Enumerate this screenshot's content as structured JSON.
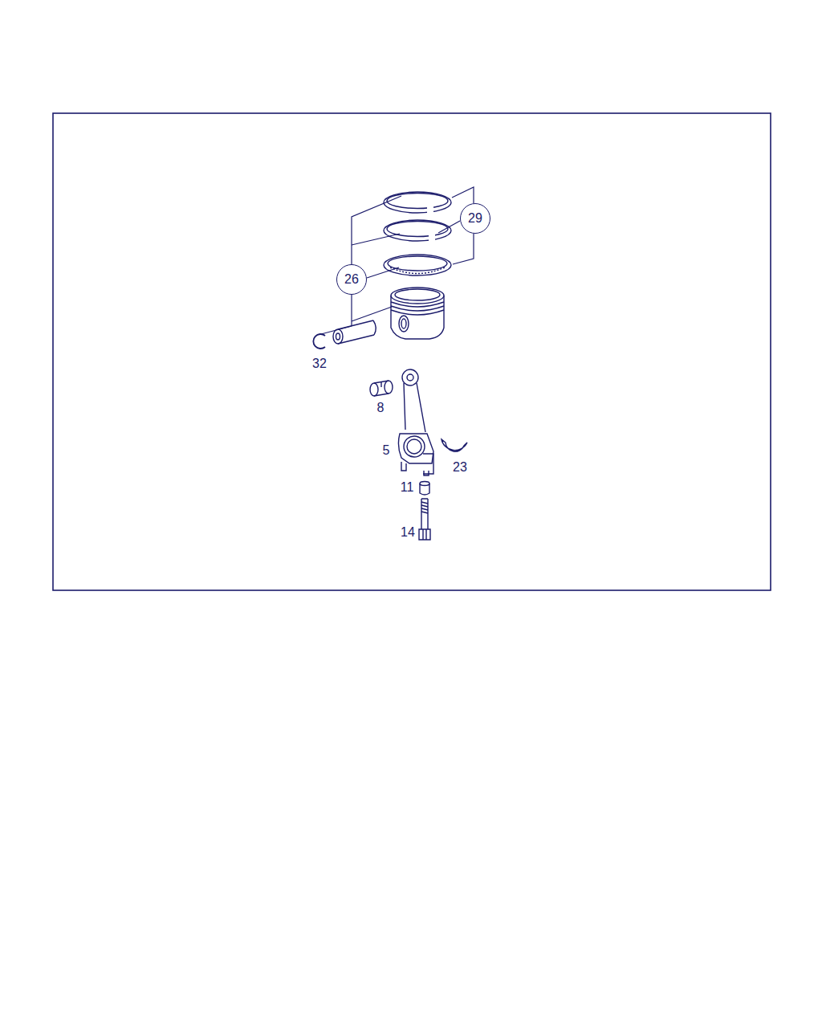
{
  "diagram": {
    "nodes": [
      {
        "text": [
          "29"
        ]
      },
      {
        "text": [
          "26"
        ]
      }
    ],
    "labels": [
      "32",
      "8",
      "5",
      "23",
      "11",
      "14"
    ]
  }
}
